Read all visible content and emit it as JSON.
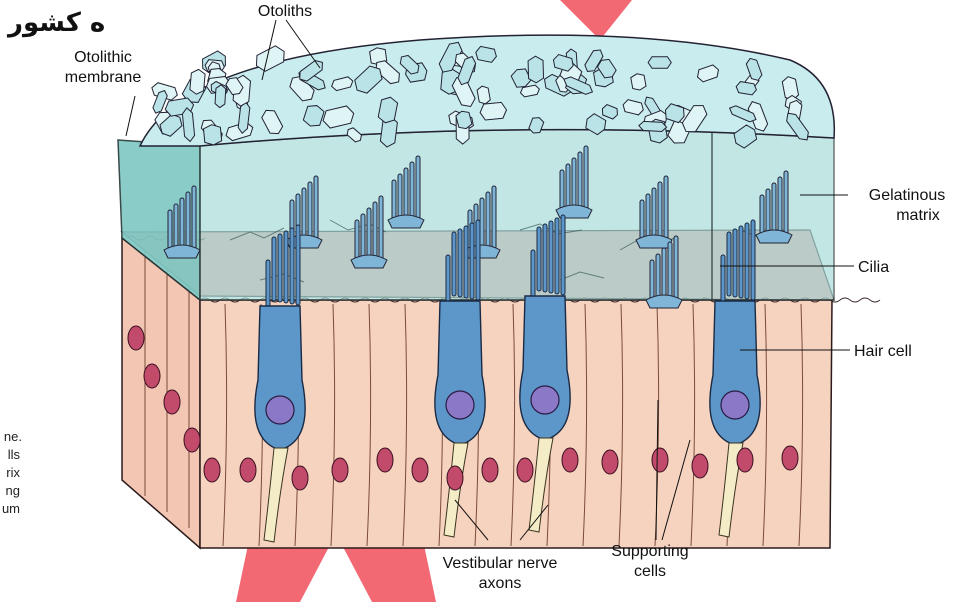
{
  "watermark": {
    "text": "ه کشور",
    "accent_color": "#f04f5c"
  },
  "labels": {
    "otoliths": "Otoliths",
    "otolithic_membrane_line1": "Otolithic",
    "otolithic_membrane_line2": "membrane",
    "gelatinous_matrix_line1": "Gelatinous",
    "gelatinous_matrix_line2": "matrix",
    "cilia": "Cilia",
    "hair_cell": "Hair cell",
    "vestibular_axons_line1": "Vestibular nerve",
    "vestibular_axons_line2": "axons",
    "supporting_cells_line1": "Supporting",
    "supporting_cells_line2": "cells"
  },
  "side_text": [
    "ne.",
    "lls",
    "rix",
    "ng",
    "um"
  ],
  "colors": {
    "crystal": "#c9ecef",
    "matrix": "#8fd3cf",
    "tissue": "#f6d3bf",
    "pink_layer": "#e8a9a0",
    "hair_cell": "#5d97c9",
    "nucleus": "#8b78c6",
    "red_nucleus": "#c24a6a",
    "axon": "#f3ecc6"
  }
}
